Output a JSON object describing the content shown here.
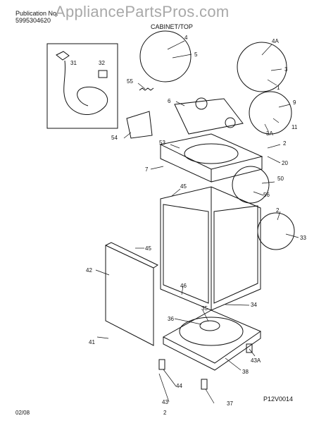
{
  "header": {
    "publication_label": "Publication No.",
    "publication_number": "5995304620",
    "section_title": "CABINET/TOP",
    "watermark": "AppliancePartsPros.com"
  },
  "footer": {
    "date": "02/08",
    "page": "2",
    "figure_code": "P12V0014"
  },
  "part_labels": [
    "4",
    "5",
    "4A",
    "3",
    "1",
    "55",
    "6",
    "9",
    "54",
    "3A",
    "11",
    "53",
    "2",
    "20",
    "7",
    "45",
    "50",
    "56",
    "2",
    "33",
    "45",
    "42",
    "46",
    "35",
    "34",
    "36",
    "41",
    "43A",
    "38",
    "44",
    "43",
    "37",
    "31",
    "32"
  ]
}
